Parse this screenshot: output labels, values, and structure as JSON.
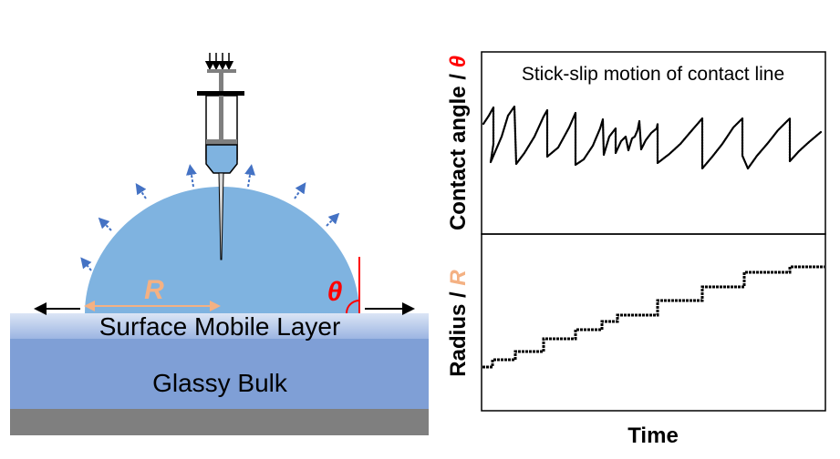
{
  "schematic": {
    "surface_layer_label": "Surface Mobile Layer",
    "bulk_label": "Glassy Bulk",
    "radius_symbol": "R",
    "angle_symbol": "θ"
  },
  "charts": {
    "top_panel": {
      "annotation": "Stick-slip motion of contact line",
      "ylabel_text": "Contact angle / ",
      "ylabel_symbol": "θ"
    },
    "bottom_panel": {
      "ylabel_text": "Radius / ",
      "ylabel_symbol": "R"
    },
    "xlabel": "Time"
  },
  "colors": {
    "droplet": "#7fb3e0",
    "surface_layer": "#c7d6ef",
    "bulk": "#7f9fd6",
    "substrate": "#7f7f7f",
    "radius_accent": "#f4b183",
    "angle_accent": "#ff0000",
    "flow_arrows": "#4472c4"
  }
}
